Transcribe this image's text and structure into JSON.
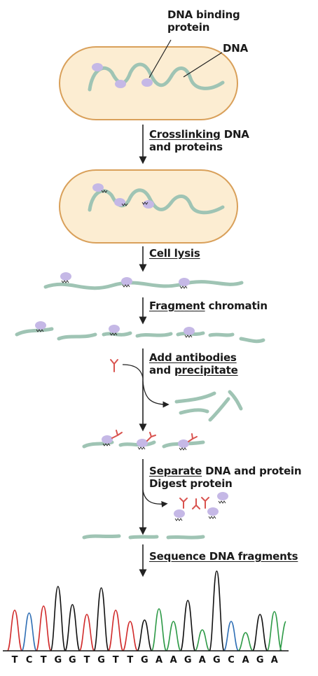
{
  "labels": {
    "dna_binding_protein": [
      "DNA binding",
      "protein"
    ],
    "dna": "DNA"
  },
  "steps": [
    {
      "parts": [
        {
          "text": "Crosslinking",
          "u": true
        },
        {
          "text": " DNA",
          "u": false
        }
      ],
      "line2": [
        {
          "text": "and proteins",
          "u": false
        }
      ]
    },
    {
      "parts": [
        {
          "text": "Cell lysis",
          "u": true
        }
      ],
      "line2": []
    },
    {
      "parts": [
        {
          "text": "Fragment",
          "u": true
        },
        {
          "text": " chromatin",
          "u": false
        }
      ],
      "line2": []
    },
    {
      "parts": [
        {
          "text": "Add antibodies",
          "u": true
        }
      ],
      "line2": [
        {
          "text": "and ",
          "u": false
        },
        {
          "text": "precipitate",
          "u": true
        }
      ]
    },
    {
      "parts": [
        {
          "text": "Separate",
          "u": true
        },
        {
          "text": " DNA and protein",
          "u": false
        }
      ],
      "line2": [
        {
          "text": "Digest protein",
          "u": false
        }
      ]
    },
    {
      "parts": [
        {
          "text": "Sequence DNA fragments",
          "u": true
        }
      ],
      "line2": []
    }
  ],
  "sequence": [
    "T",
    "C",
    "T",
    "G",
    "G",
    "T",
    "G",
    "T",
    "T",
    "G",
    "A",
    "A",
    "G",
    "A",
    "G",
    "C",
    "A",
    "G",
    "A"
  ],
  "colors": {
    "cell_fill": "#fcedd2",
    "cell_border": "#d9a05a",
    "dna": "#9fc4b4",
    "protein": "#c5b8e6",
    "antibody": "#d9534f",
    "arrow": "#222222",
    "A": "#2e9a47",
    "C": "#2f6fb5",
    "G": "#111111",
    "T": "#d12b2b"
  }
}
